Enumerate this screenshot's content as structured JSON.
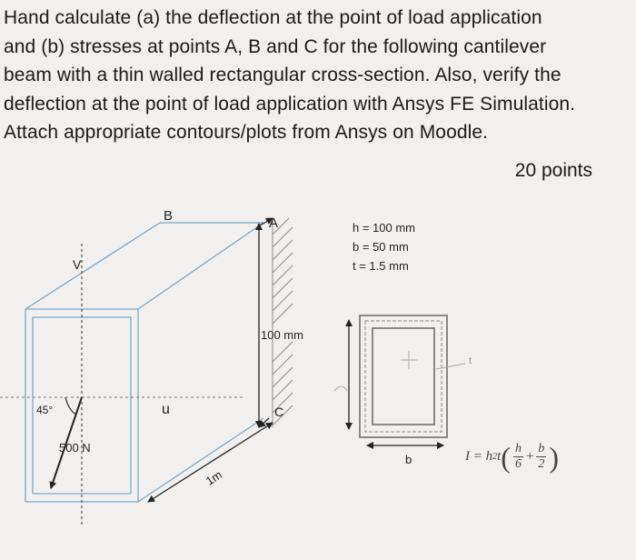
{
  "problem": {
    "lines": [
      "Hand calculate (a) the deflection at the point of load application",
      "and (b) stresses at points A, B and C for the following cantilever",
      "beam with a thin walled rectangular cross-section. Also, verify the",
      "deflection at the point of load application with Ansys FE Simulation.",
      "Attach appropriate contours/plots from Ansys on Moodle."
    ],
    "points": "20 points"
  },
  "figure": {
    "labels": {
      "point_a": "A",
      "point_b": "B",
      "point_c": "C",
      "point_v": "V",
      "point_u": "u",
      "angle": "45°",
      "load": "500 N",
      "height": "100 mm",
      "length": "1m",
      "section_width": "b",
      "section_thickness": "t"
    },
    "dimensions": [
      "h = 100 mm",
      "b = 50 mm",
      "t = 1.5 mm"
    ],
    "formula": {
      "lhs": "I = h",
      "sup": "2",
      "t": "t",
      "frac1_num": "h",
      "frac1_den": "6",
      "plus": "+",
      "frac2_num": "b",
      "frac2_den": "2"
    }
  }
}
